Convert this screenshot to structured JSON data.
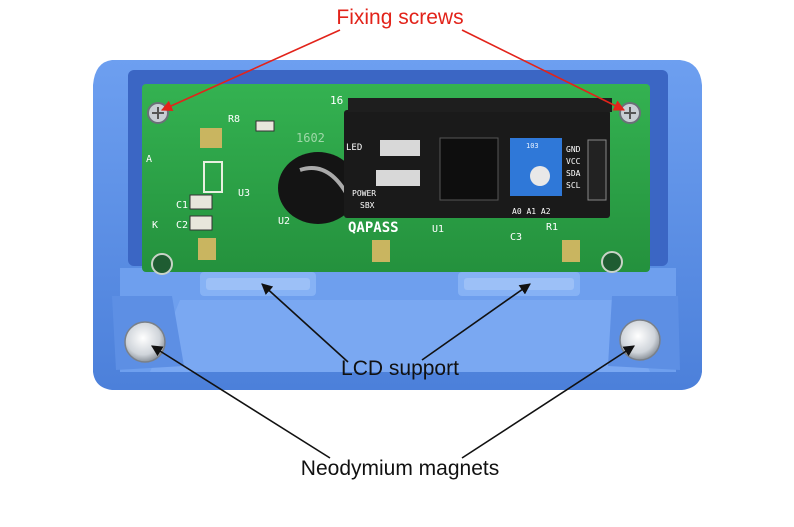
{
  "annotations": {
    "fixing_screws": "Fixing screws",
    "lcd_support": "LCD support",
    "magnets": "Neodymium magnets"
  },
  "pcb": {
    "pin_count": "16",
    "brand": "QAPASS",
    "power_label": "POWER",
    "sbx": "SBX",
    "model": "1602",
    "refs": {
      "r8": "R8",
      "u3": "U3",
      "u2": "U2",
      "u1": "U1",
      "c1": "C1",
      "c2": "C2",
      "c3": "C3",
      "r1": "R1",
      "a": "A",
      "k": "K",
      "led": "LED",
      "addr": "A0 A1 A2",
      "gnd": "GND",
      "vcc": "VCC",
      "sda": "SDA",
      "scl": "SCL",
      "pot_text": "103"
    }
  },
  "colors": {
    "enclosure": "#5b8fe6",
    "enclosure_inner": "#3f6fce",
    "pcb_green": "#2fa84a",
    "i2c_board": "#1c1c1c",
    "annotation_red": "#e2231a"
  }
}
